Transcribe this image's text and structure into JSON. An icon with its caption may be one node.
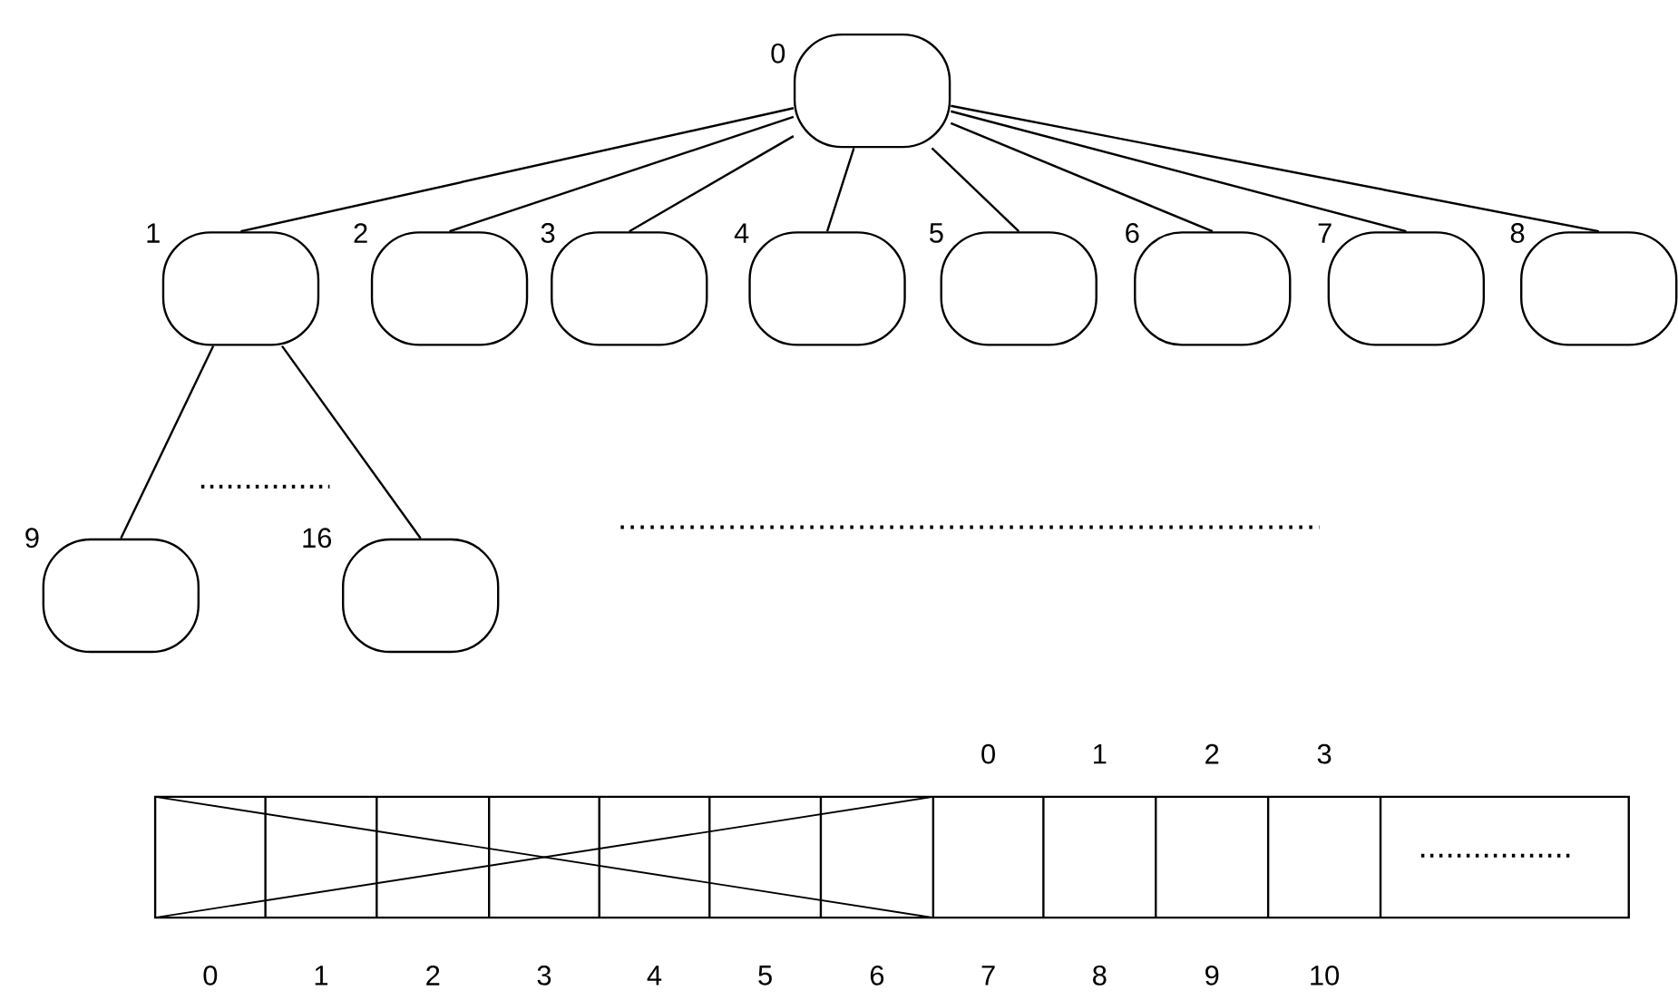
{
  "diagram": {
    "nodes": [
      {
        "text": [],
        "shape": "box",
        "beside": [
          "0"
        ]
      },
      {
        "text": [],
        "shape": "box",
        "beside": [
          "1"
        ]
      },
      {
        "text": [],
        "shape": "box",
        "beside": [
          "2"
        ]
      },
      {
        "text": [],
        "shape": "box",
        "beside": [
          "3"
        ]
      },
      {
        "text": [],
        "shape": "box",
        "beside": [
          "4"
        ]
      },
      {
        "text": [],
        "shape": "box",
        "beside": [
          "5"
        ]
      },
      {
        "text": [],
        "shape": "box",
        "beside": [
          "6"
        ]
      },
      {
        "text": [],
        "shape": "box",
        "beside": [
          "7"
        ]
      },
      {
        "text": [],
        "shape": "box",
        "beside": [
          "8"
        ]
      },
      {
        "text": [],
        "shape": "box",
        "beside": [
          "9"
        ]
      },
      {
        "text": [],
        "shape": "box",
        "beside": [
          "16"
        ]
      }
    ],
    "edges": [
      {
        "from": 0,
        "to": 1,
        "arrow": "none"
      },
      {
        "from": 0,
        "to": 2,
        "arrow": "none"
      },
      {
        "from": 0,
        "to": 3,
        "arrow": "none"
      },
      {
        "from": 0,
        "to": 4,
        "arrow": "none"
      },
      {
        "from": 0,
        "to": 5,
        "arrow": "none"
      },
      {
        "from": 0,
        "to": 6,
        "arrow": "none"
      },
      {
        "from": 0,
        "to": 7,
        "arrow": "none"
      },
      {
        "from": 0,
        "to": 8,
        "arrow": "none"
      },
      {
        "from": 1,
        "to": 9,
        "arrow": "none"
      },
      {
        "from": 1,
        "to": 10,
        "arrow": "none"
      }
    ],
    "labels": [
      "0",
      "1",
      "2",
      "3",
      "0",
      "1",
      "2",
      "3",
      "4",
      "5",
      "6",
      "7",
      "8",
      "9",
      "10"
    ]
  }
}
